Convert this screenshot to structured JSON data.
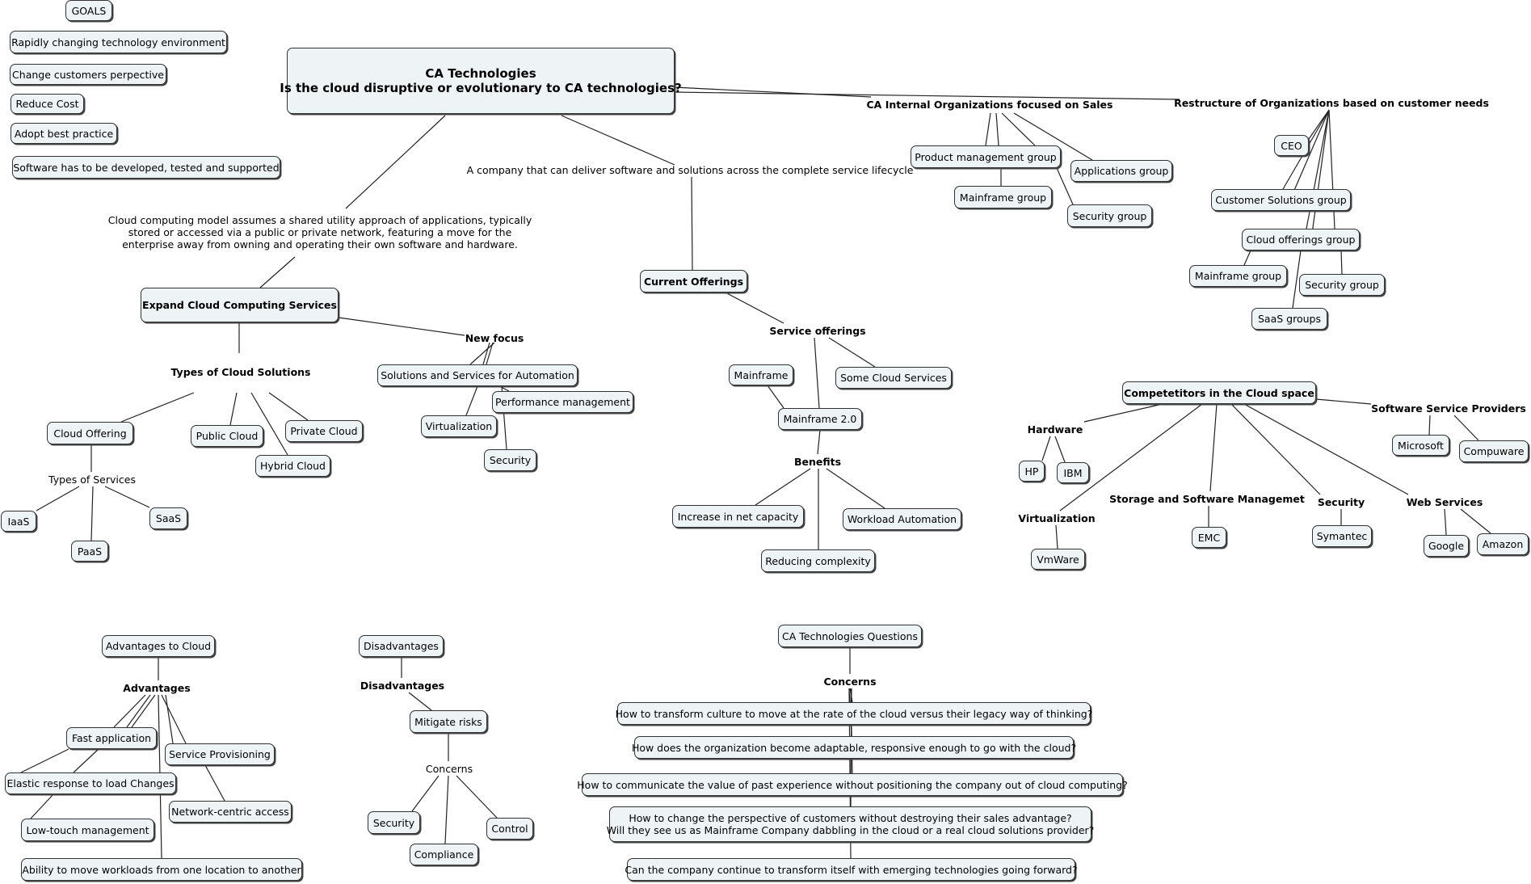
{
  "goals": {
    "title": "GOALS",
    "items": [
      "Rapidly changing technology environment",
      "Change customers perpective",
      "Reduce Cost",
      "Adopt best practice",
      "Software has to be developed, tested and supported"
    ]
  },
  "central": {
    "line1": "CA Technologies",
    "line2": "Is the cloud disruptive or evolutionary to CA technologies?"
  },
  "cloud_model": {
    "description": "Cloud computing model assumes a shared utility approach of applications, typically\nstored or accessed via a public or private network, featuring a move for the\nenterprise away from owning and operating their own software and hardware.",
    "expand": "Expand Cloud Computing Services",
    "types": "Types of Cloud Solutions",
    "cloud_offering": "Cloud Offering",
    "public_cloud": "Public Cloud",
    "private_cloud": "Private Cloud",
    "hybrid_cloud": "Hybrid Cloud",
    "types_of_services": "Types of Services",
    "iaas": "IaaS",
    "paas": "PaaS",
    "saas": "SaaS",
    "new_focus": "New focus",
    "automation": "Solutions and Services for Automation",
    "performance": "Performance management",
    "virtualization": "Virtualization",
    "security": "Security"
  },
  "offerings": {
    "company": "A company that can deliver software and solutions across the complete service lifecycle",
    "current": "Current Offerings",
    "service_offerings": "Service offerings",
    "mainframe": "Mainframe",
    "some_cloud": "Some Cloud Services",
    "mainframe2": "Mainframe 2.0",
    "benefits": "Benefits",
    "net_capacity": "Increase in net capacity",
    "workload": "Workload Automation",
    "complexity": "Reducing complexity"
  },
  "internal": {
    "title": "CA Internal Organizations focused on Sales",
    "product_mgmt": "Product management group",
    "applications": "Applications group",
    "mainframe": "Mainframe group",
    "security": "Security group"
  },
  "restructure": {
    "title": "Restructure of Organizations based on customer needs",
    "ceo": "CEO",
    "customer_solutions": "Customer Solutions group",
    "cloud_offerings": "Cloud offerings group",
    "mainframe": "Mainframe group",
    "security": "Security group",
    "saas": "SaaS groups"
  },
  "competitors": {
    "title": "Competetitors in the Cloud space",
    "hardware": "Hardware",
    "hp": "HP",
    "ibm": "IBM",
    "ssp": "Software Service Providers",
    "microsoft": "Microsoft",
    "compuware": "Compuware",
    "virtualization": "Virtualization",
    "vmware": "VmWare",
    "storage": "Storage and Software Managemet",
    "emc": "EMC",
    "security": "Security",
    "symantec": "Symantec",
    "web": "Web Services",
    "google": "Google",
    "amazon": "Amazon"
  },
  "advantages": {
    "root": "Advantages to Cloud",
    "title": "Advantages",
    "fast": "Fast application",
    "provisioning": "Service Provisioning",
    "elastic": "Elastic response to load Changes",
    "network": "Network-centric access",
    "low_touch": "Low-touch management",
    "move": "Ability to move workloads from one location to another"
  },
  "disadvantages": {
    "root": "Disadvantages",
    "title": "Disadvantages",
    "mitigate": "Mitigate risks",
    "concerns": "Concerns",
    "security": "Security",
    "compliance": "Compliance",
    "control": "Control"
  },
  "questions": {
    "root": "CA Technologies Questions",
    "concerns": "Concerns",
    "q1": "How to transform culture to move at the rate of the cloud versus their legacy way of thinking?",
    "q2": "How does the organization become adaptable, responsive enough to go with the cloud?",
    "q3": "How to communicate the value of past experience without positioning the company out of cloud computing?",
    "q4": "How to change the perspective of customers without destroying their sales advantage?\nWill they see us as Mainframe Company dabbling in the cloud or a real cloud solutions provider?",
    "q5": "Can the company continue to transform itself with emerging technologies going forward?"
  }
}
